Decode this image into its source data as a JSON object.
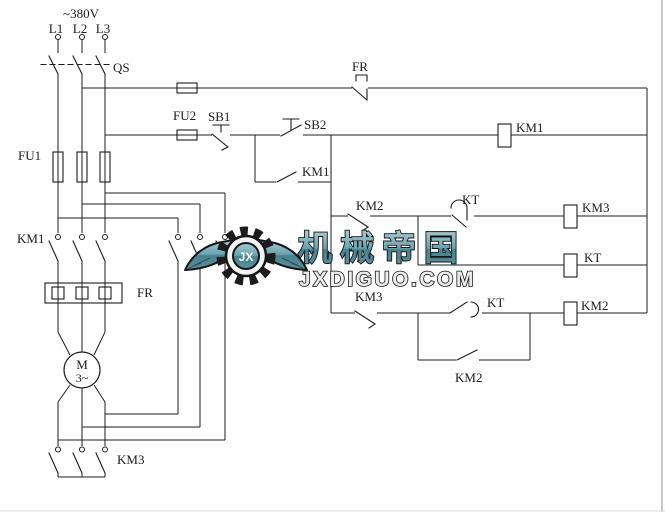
{
  "diagram": {
    "supply_voltage": "~380V",
    "phase_labels": [
      "L1",
      "L2",
      "L3"
    ],
    "disconnect_switch": "QS",
    "main_fuse": "FU1",
    "control_fuse": "FU2",
    "stop_button": "SB1",
    "start_button": "SB2",
    "thermal_contact": "FR",
    "thermal_element": "FR",
    "main_contactor": "KM1",
    "main_latch_contact": "KM1",
    "main_coil": "KM1",
    "delta_interlock_contact": "KM2",
    "timer_nc_contact": "KT",
    "star_coil": "KM3",
    "timer_coil": "KT",
    "star_interlock_contact": "KM3",
    "timer_no_contact": "KT",
    "delta_coil": "KM2",
    "delta_latch_contact": "KM2",
    "star_contactor": "KM3",
    "motor_letter": "M",
    "motor_phases": "3~"
  },
  "watermark": {
    "initials": "JX",
    "brand": "机械帝国",
    "site": "JXDIGUO.COM",
    "accent_color": "#5c96a4",
    "outline_color": "#161616"
  }
}
